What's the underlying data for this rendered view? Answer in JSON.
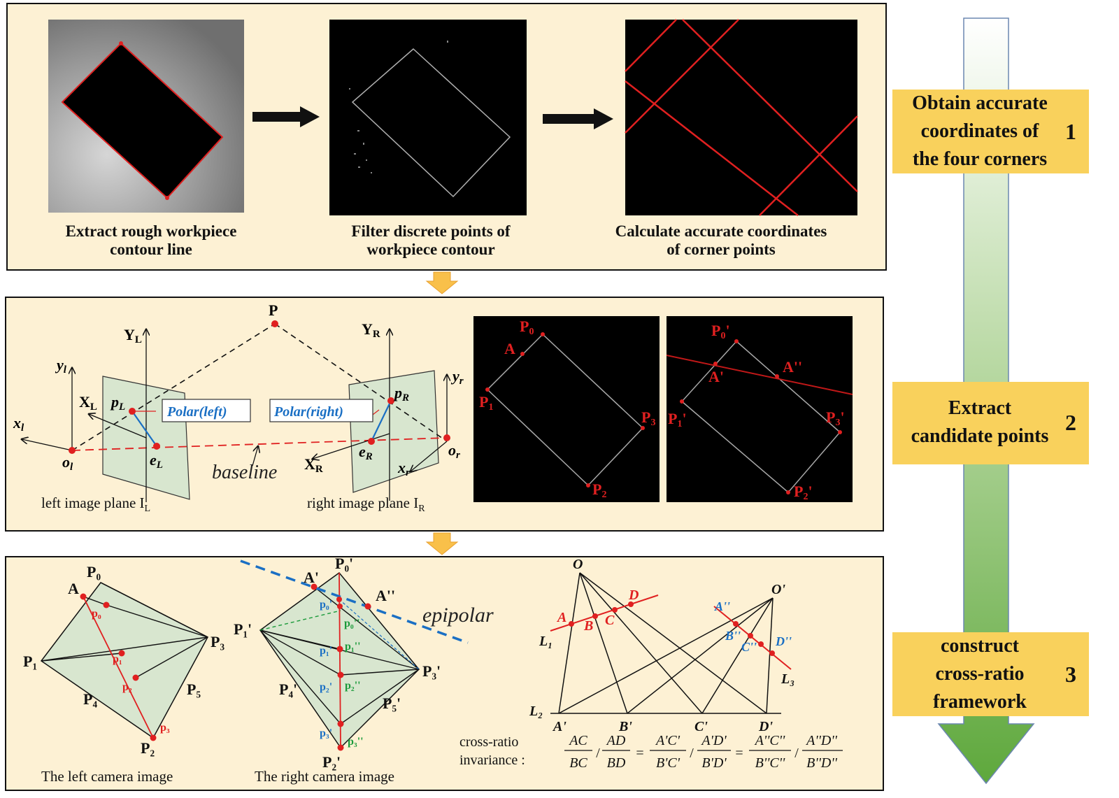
{
  "steps": [
    {
      "text_lines": [
        "Obtain accurate",
        "coordinates of",
        "the four corners"
      ],
      "number": "1"
    },
    {
      "text_lines": [
        "Extract",
        "candidate points"
      ],
      "number": "2"
    },
    {
      "text_lines": [
        "construct",
        "cross-ratio",
        "framework"
      ],
      "number": "3"
    }
  ],
  "panel1": {
    "captions": [
      {
        "line1": "Extract rough workpiece",
        "line2": "contour line"
      },
      {
        "line1": "Filter discrete points of",
        "line2": "workpiece contour"
      },
      {
        "line1": "Calculate accurate coordinates",
        "line2": "of corner points"
      }
    ]
  },
  "panel2": {
    "P": "P",
    "YL": "Y",
    "YL_sub": "L",
    "YR": "Y",
    "YR_sub": "R",
    "yl": "y",
    "yl_sub": "l",
    "yr": "y",
    "yr_sub": "r",
    "xl": "x",
    "xl_sub": "l",
    "xr": "x",
    "xr_sub": "r",
    "XL": "X",
    "XL_sub": "L",
    "XR": "X",
    "XR_sub": "R",
    "pL": "p",
    "pL_sub": "L",
    "pR": "p",
    "pR_sub": "R",
    "eL": "e",
    "eL_sub": "L",
    "eR": "e",
    "eR_sub": "R",
    "ol": "o",
    "ol_sub": "l",
    "or": "o",
    "or_sub": "r",
    "polar_left": "Polar(left)",
    "polar_right": "Polar(right)",
    "baseline": "baseline",
    "left_plane": "left image plane I",
    "left_plane_sub": "L",
    "right_plane": "right image plane I",
    "right_plane_sub": "R",
    "left_img": {
      "P0": "P",
      "P0_sub": "0",
      "A": "A",
      "P1": "P",
      "P1_sub": "1",
      "P2": "P",
      "P2_sub": "2",
      "P3": "P",
      "P3_sub": "3"
    },
    "right_img": {
      "P0": "P",
      "P0_sub": "0",
      "P0_prime": "'",
      "A1": "A'",
      "A2": "A''",
      "P1": "P",
      "P1_sub": "1",
      "P1_prime": "'",
      "P2": "P",
      "P2_sub": "2",
      "P2_prime": "'",
      "P3": "P",
      "P3_sub": "3",
      "P3_prime": "'"
    }
  },
  "panel3": {
    "left_caption": "The left camera image",
    "right_caption": "The right camera image",
    "epipolar": "epipolar",
    "left": {
      "P0": "P₀",
      "A": "A",
      "p0": "p₀",
      "p1": "p₁",
      "p2": "p₂",
      "p3": "p₃",
      "P1": "P₁",
      "P2": "P₂",
      "P3": "P₃",
      "P4": "P₄",
      "P5": "P₅"
    },
    "right": {
      "P0": "P₀'",
      "A1": "A'",
      "A2": "A''",
      "p0b": "p₀'",
      "p0g": "p₀''",
      "p1b": "p₁'",
      "p1g": "p₁''",
      "p2b": "p₂'",
      "p2g": "p₂''",
      "p3b": "p₃'",
      "p3g": "p₃''",
      "P1": "P₁'",
      "P2": "P₂'",
      "P3": "P₃'",
      "P4": "P₄'",
      "P5": "P₅'"
    },
    "cross": {
      "O": "O",
      "O2": "O'",
      "A": "A",
      "B": "B",
      "C": "C",
      "D": "D",
      "A2": "A''",
      "B2": "B''",
      "C2": "C''",
      "D2": "D''",
      "L1": "L₁",
      "L2": "L₂",
      "L3": "L₃",
      "Ap": "A'",
      "Bp": "B'",
      "Cp": "C'",
      "Dp": "D'"
    },
    "cross_ratio_label1": "cross-ratio",
    "cross_ratio_label2": "invariance :",
    "formula": {
      "f1n": "AC",
      "f1d": "BC",
      "f2n": "AD",
      "f2d": "BD",
      "f3n": "A'C'",
      "f3d": "B'C'",
      "f4n": "A'D'",
      "f4d": "B'D'",
      "f5n": "A''C''",
      "f5d": "B''C''",
      "f6n": "A''D''",
      "f6d": "B''D''",
      "slash": "/",
      "eq": "="
    }
  },
  "colors": {
    "panel_bg": "#fdf1d4",
    "step_bg": "#f9d15c",
    "red": "#e02020",
    "blue": "#1a6fc4",
    "green": "#1a9a3a",
    "plane": "#d8e6cf"
  }
}
